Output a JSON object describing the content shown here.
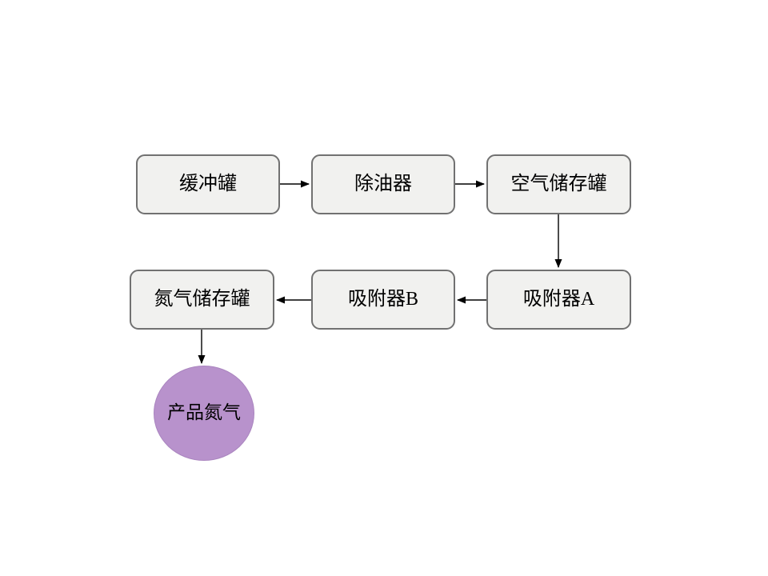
{
  "colors": {
    "background": "#ffffff",
    "node_fill": "#f1f1ef",
    "node_border": "#717171",
    "product_fill": "#b892cc",
    "product_border": "#aa85bf",
    "arrow": "#000000",
    "text": "#000000"
  },
  "nodes": [
    {
      "id": "buffer-tank",
      "shape": "rounded-rect",
      "label": "缓冲罐"
    },
    {
      "id": "oil-remover",
      "shape": "rounded-rect",
      "label": "除油器"
    },
    {
      "id": "air-storage-tank",
      "shape": "rounded-rect",
      "label": "空气储存罐"
    },
    {
      "id": "nitrogen-storage-tank",
      "shape": "rounded-rect",
      "label": "氮气储存罐"
    },
    {
      "id": "adsorber-b",
      "shape": "rounded-rect",
      "label": "吸附器B"
    },
    {
      "id": "adsorber-a",
      "shape": "rounded-rect",
      "label": "吸附器A"
    },
    {
      "id": "product-nitrogen",
      "shape": "circle",
      "label": "产品氮气"
    }
  ],
  "edges": [
    {
      "from": "缓冲罐",
      "to": "除油器",
      "direction": "right"
    },
    {
      "from": "除油器",
      "to": "空气储存罐",
      "direction": "right"
    },
    {
      "from": "空气储存罐",
      "to": "吸附器A",
      "direction": "down"
    },
    {
      "from": "吸附器A",
      "to": "吸附器B",
      "direction": "left"
    },
    {
      "from": "吸附器B",
      "to": "氮气储存罐",
      "direction": "left"
    },
    {
      "from": "氮气储存罐",
      "to": "产品氮气",
      "direction": "down"
    }
  ]
}
